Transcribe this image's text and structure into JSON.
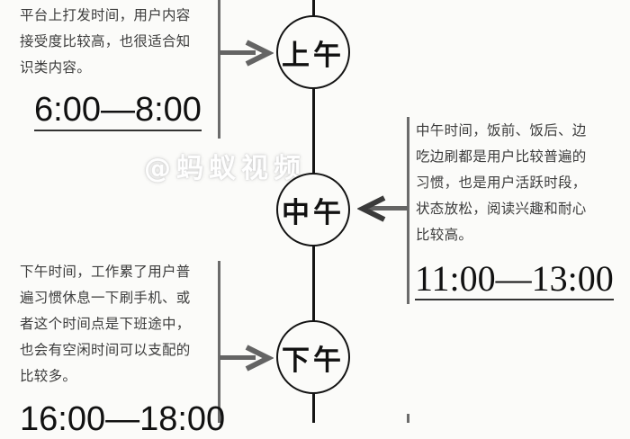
{
  "watermark": "@蚂蚁视频",
  "colors": {
    "background": "#fbfbf9",
    "timeline": "#141414",
    "bracket": "#6b6b6b",
    "arrow": "#646464",
    "text": "#3c3c3c"
  },
  "nodes": [
    {
      "label": "上午",
      "side": "left",
      "description_lines": [
        "平台上打发时间，用户内容",
        "接受度比较高，也很适合知",
        "识类内容。"
      ],
      "time_range": "6:00—8:00",
      "arrow_direction": "right"
    },
    {
      "label": "中午",
      "side": "right",
      "description_lines": [
        "中午时间，饭前、饭后、边",
        "吃边刷都是用户比较普遍的",
        "习惯，也是用户活跃时段，",
        "状态放松，阅读兴趣和耐心",
        "比较高。"
      ],
      "time_range": "11:00—13:00",
      "arrow_direction": "left"
    },
    {
      "label": "下午",
      "side": "left",
      "description_lines": [
        "下午时间，工作累了用户普",
        "遍习惯休息一下刷手机、或",
        "者这个时间点是下班途中，",
        "也会有空闲时间可以支配的",
        "比较多。"
      ],
      "time_range": "16:00—18:00",
      "arrow_direction": "right"
    }
  ]
}
